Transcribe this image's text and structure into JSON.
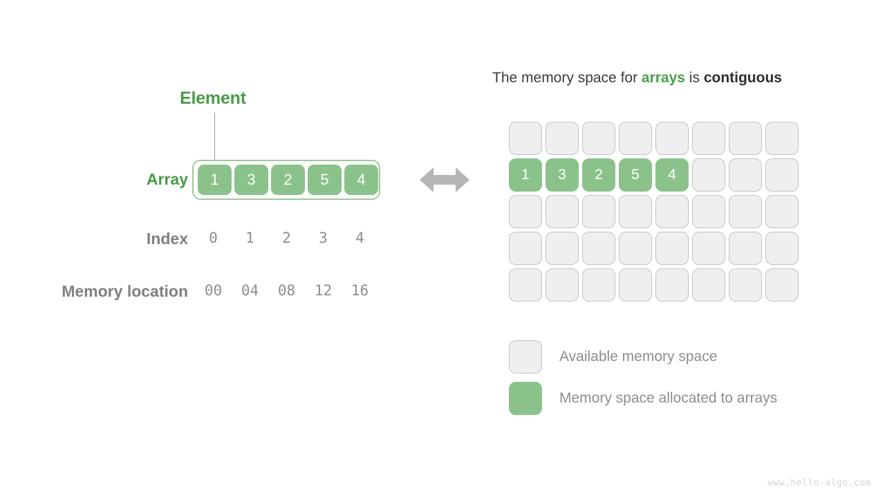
{
  "diagram": {
    "watermark": "www.hello-algo.com"
  },
  "left_panel": {
    "element_callout": "Element",
    "row_labels": {
      "array": "Array",
      "index": "Index",
      "memory_location": "Memory location"
    },
    "array_values": [
      "1",
      "3",
      "2",
      "5",
      "4"
    ],
    "index_values": [
      "0",
      "1",
      "2",
      "3",
      "4"
    ],
    "memory_location_values": [
      "00",
      "04",
      "08",
      "12",
      "16"
    ],
    "arrow": "double-headed-arrow"
  },
  "right_panel": {
    "title": {
      "part1": "The memory space for ",
      "keyword_arrays": "arrays",
      "part2": " is ",
      "keyword_contiguous": "contiguous"
    },
    "memory_grid": {
      "rows": 5,
      "columns": 8,
      "cells": [
        [
          "",
          "",
          "",
          "",
          "",
          "",
          "",
          ""
        ],
        [
          "1",
          "3",
          "2",
          "5",
          "4",
          "",
          "",
          ""
        ],
        [
          "",
          "",
          "",
          "",
          "",
          "",
          "",
          ""
        ],
        [
          "",
          "",
          "",
          "",
          "",
          "",
          "",
          ""
        ],
        [
          "",
          "",
          "",
          "",
          "",
          "",
          "",
          ""
        ]
      ],
      "filled": [
        [
          false,
          false,
          false,
          false,
          false,
          false,
          false,
          false
        ],
        [
          true,
          true,
          true,
          true,
          true,
          false,
          false,
          false
        ],
        [
          false,
          false,
          false,
          false,
          false,
          false,
          false,
          false
        ],
        [
          false,
          false,
          false,
          false,
          false,
          false,
          false,
          false
        ],
        [
          false,
          false,
          false,
          false,
          false,
          false,
          false,
          false
        ]
      ]
    },
    "legend": [
      {
        "swatch": "available",
        "label": "Available memory space"
      },
      {
        "swatch": "allocated",
        "label": "Memory space allocated to arrays"
      }
    ]
  },
  "colors": {
    "accent_green": "#479b47",
    "cell_green": "#8bc28b",
    "array_border_green": "#9cc89c",
    "empty_cell_fill": "#efefef",
    "empty_cell_border": "#c2c2c2",
    "gray_text": "#8d8d8d",
    "dark_text": "#3b3b3b",
    "arrow_gray": "#b5b5b5",
    "watermark_gray": "#d4d4d4",
    "background": "#ffffff"
  }
}
